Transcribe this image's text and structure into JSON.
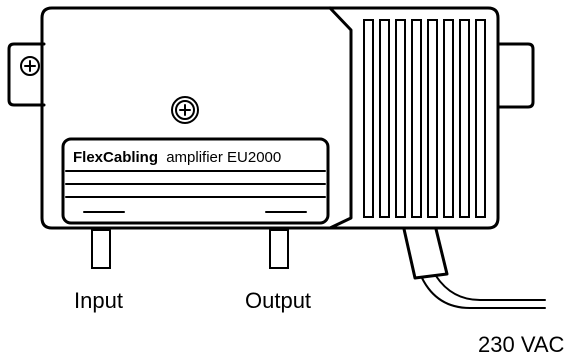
{
  "plate": {
    "brand": "FlexCabling",
    "model": "amplifier EU2000"
  },
  "labels": {
    "input": "Input",
    "output": "Output",
    "power": "230 VAC"
  },
  "icons": {
    "mounting_screw": "plus-in-circle",
    "center_screw": "plus-in-circle"
  }
}
